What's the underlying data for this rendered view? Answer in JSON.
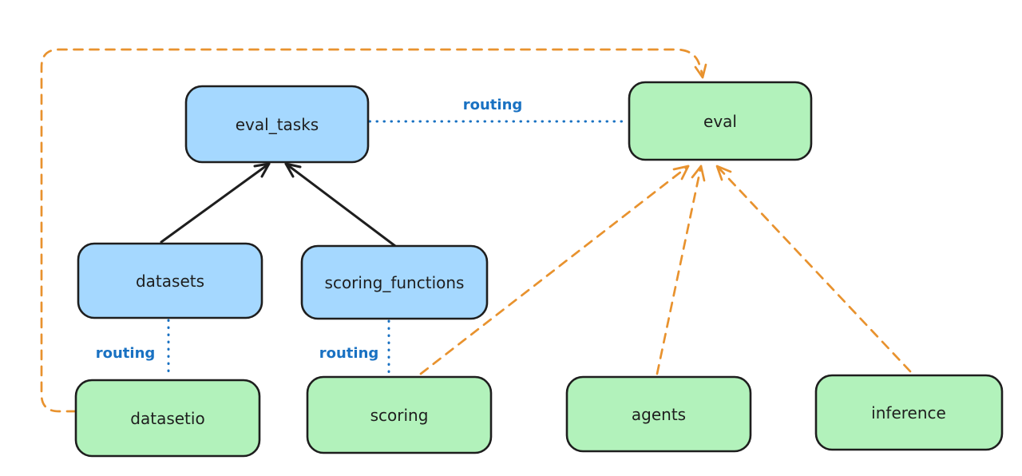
{
  "diagram": {
    "nodes": {
      "eval_tasks": {
        "label": "eval_tasks",
        "kind": "api"
      },
      "eval": {
        "label": "eval",
        "kind": "provider"
      },
      "datasets": {
        "label": "datasets",
        "kind": "api"
      },
      "scoring_functions": {
        "label": "scoring_functions",
        "kind": "api"
      },
      "datasetio": {
        "label": "datasetio",
        "kind": "provider"
      },
      "scoring": {
        "label": "scoring",
        "kind": "provider"
      },
      "agents": {
        "label": "agents",
        "kind": "provider"
      },
      "inference": {
        "label": "inference",
        "kind": "provider"
      }
    },
    "edge_labels": {
      "eval_tasks_to_eval": "routing",
      "datasets_to_datasetio": "routing",
      "scoring_functions_to_scoring": "routing"
    },
    "edges": {
      "solid_black": [
        "datasets -> eval_tasks",
        "scoring_functions -> eval_tasks"
      ],
      "dotted_blue_routing": [
        "eval_tasks - eval",
        "datasets - datasetio",
        "scoring_functions - scoring"
      ],
      "dashed_orange": [
        "datasetio -> eval",
        "scoring -> eval",
        "agents -> eval",
        "inference -> eval"
      ]
    },
    "colors": {
      "api_fill": "#a5d8ff",
      "provider_fill": "#b2f2bb",
      "node_stroke": "#1e1e1e",
      "arrow_black": "#1e1e1e",
      "arrow_orange": "#e8922e",
      "routing_blue": "#1971c2",
      "background": "#ffffff"
    }
  }
}
